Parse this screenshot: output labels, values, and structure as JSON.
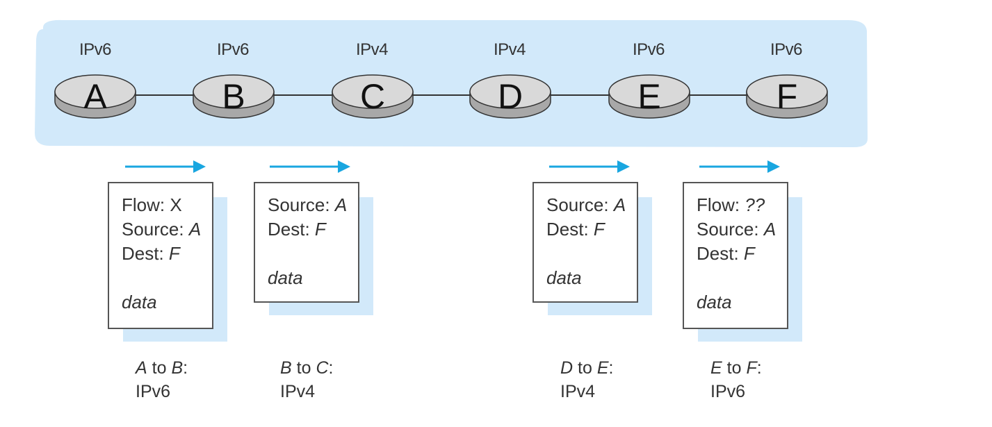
{
  "nodes": [
    {
      "id": "A",
      "label": "A",
      "protocol": "IPv6"
    },
    {
      "id": "B",
      "label": "B",
      "protocol": "IPv6"
    },
    {
      "id": "C",
      "label": "C",
      "protocol": "IPv4"
    },
    {
      "id": "D",
      "label": "D",
      "protocol": "IPv4"
    },
    {
      "id": "E",
      "label": "E",
      "protocol": "IPv6"
    },
    {
      "id": "F",
      "label": "F",
      "protocol": "IPv6"
    }
  ],
  "packets": [
    {
      "flow": {
        "label": "Flow: ",
        "value": "X"
      },
      "source": {
        "label": "Source: ",
        "value": "A"
      },
      "dest": {
        "label": "Dest: ",
        "value": "F"
      },
      "payload": "data",
      "caption": {
        "from": "A",
        "mid": " to ",
        "to": "B",
        "suffix": ":",
        "protocol": "IPv6"
      }
    },
    {
      "source": {
        "label": "Source: ",
        "value": "A"
      },
      "dest": {
        "label": "Dest: ",
        "value": "F"
      },
      "payload": "data",
      "caption": {
        "from": "B",
        "mid": " to ",
        "to": "C",
        "suffix": ":",
        "protocol": "IPv4"
      }
    },
    {
      "source": {
        "label": "Source: ",
        "value": "A"
      },
      "dest": {
        "label": "Dest: ",
        "value": "F"
      },
      "payload": "data",
      "caption": {
        "from": "D",
        "mid": " to ",
        "to": "E",
        "suffix": ":",
        "protocol": "IPv4"
      }
    },
    {
      "flow": {
        "label": "Flow: ",
        "value": "??"
      },
      "source": {
        "label": "Source: ",
        "value": "A"
      },
      "dest": {
        "label": "Dest: ",
        "value": "F"
      },
      "payload": "data",
      "caption": {
        "from": "E",
        "mid": " to ",
        "to": "F",
        "suffix": ":",
        "protocol": "IPv6"
      }
    }
  ],
  "colors": {
    "cloud": "#d2e9fa",
    "router_top": "#d9d9d9",
    "router_side": "#a8a8a8",
    "arrow": "#19a6e0",
    "packet_shadow": "#d2e9fa"
  }
}
